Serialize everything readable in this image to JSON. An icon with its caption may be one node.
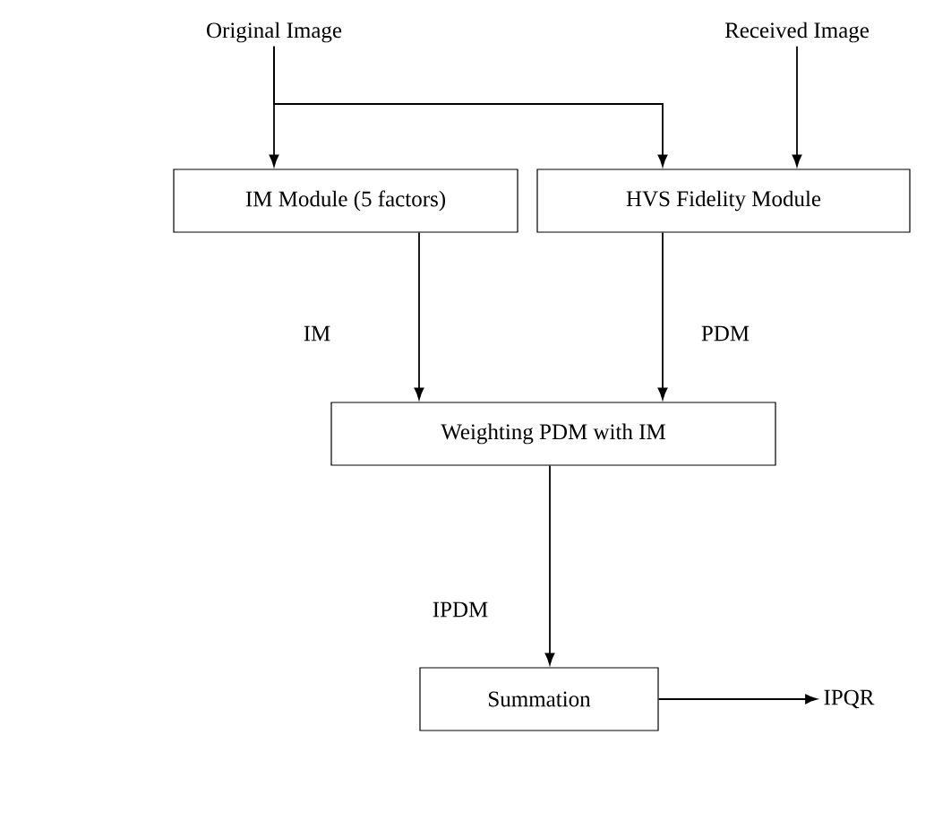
{
  "diagram": {
    "nodes": [
      {
        "text": [
          "Original Image"
        ]
      },
      {
        "text": [
          "Received Image"
        ]
      },
      {
        "text": [
          "IM Module (5 factors)"
        ]
      },
      {
        "text": [
          "HVS Fidelity Module"
        ]
      },
      {
        "text": [
          "Weighting PDM with IM"
        ]
      },
      {
        "text": [
          "Summation"
        ]
      },
      {
        "text": [
          "IPQR"
        ]
      }
    ],
    "edges": [
      {
        "from": 0,
        "to": 2,
        "arrow": "to"
      },
      {
        "from": 0,
        "to": 3,
        "arrow": "to"
      },
      {
        "from": 1,
        "to": 3,
        "arrow": "to"
      },
      {
        "from": 2,
        "to": 4,
        "arrow": "to",
        "label": "IM"
      },
      {
        "from": 3,
        "to": 4,
        "arrow": "to",
        "label": "PDM"
      },
      {
        "from": 4,
        "to": 5,
        "arrow": "to",
        "label": "IPDM"
      },
      {
        "from": 5,
        "to": 6,
        "arrow": "to"
      }
    ]
  }
}
